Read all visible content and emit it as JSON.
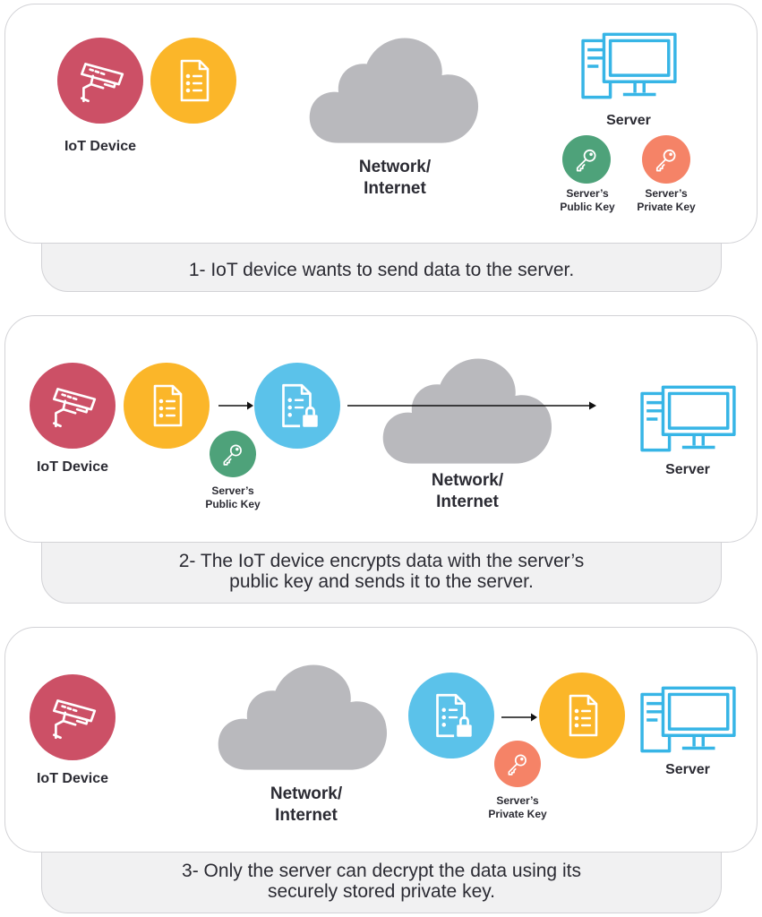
{
  "colors": {
    "iot_device": "#cc5066",
    "document": "#fbb629",
    "encrypted_document": "#5bc2ea",
    "public_key": "#4ea27a",
    "private_key": "#f58367",
    "server_icon": "#37b5e6",
    "cloud": "#b9b9bd"
  },
  "icons": {
    "iot_device": "security-camera-icon",
    "document": "document-icon",
    "encrypted_document": "locked-document-icon",
    "key": "key-icon",
    "server": "computer-monitor-icon",
    "network": "cloud-icon"
  },
  "labels": {
    "iot_device": "IoT Device",
    "server": "Server",
    "network_line1": "Network/",
    "network_line2": "Internet",
    "server_s": "Server’s",
    "public_key": "Public Key",
    "private_key": "Private Key"
  },
  "steps": [
    {
      "caption_line1": "1- IoT device wants to send data to the server.",
      "caption_line2": ""
    },
    {
      "caption_line1": "2- The IoT device encrypts data with the server’s",
      "caption_line2": "public key and sends it to the server."
    },
    {
      "caption_line1": "3- Only the server can decrypt the data using its",
      "caption_line2": "securely stored private key."
    }
  ]
}
